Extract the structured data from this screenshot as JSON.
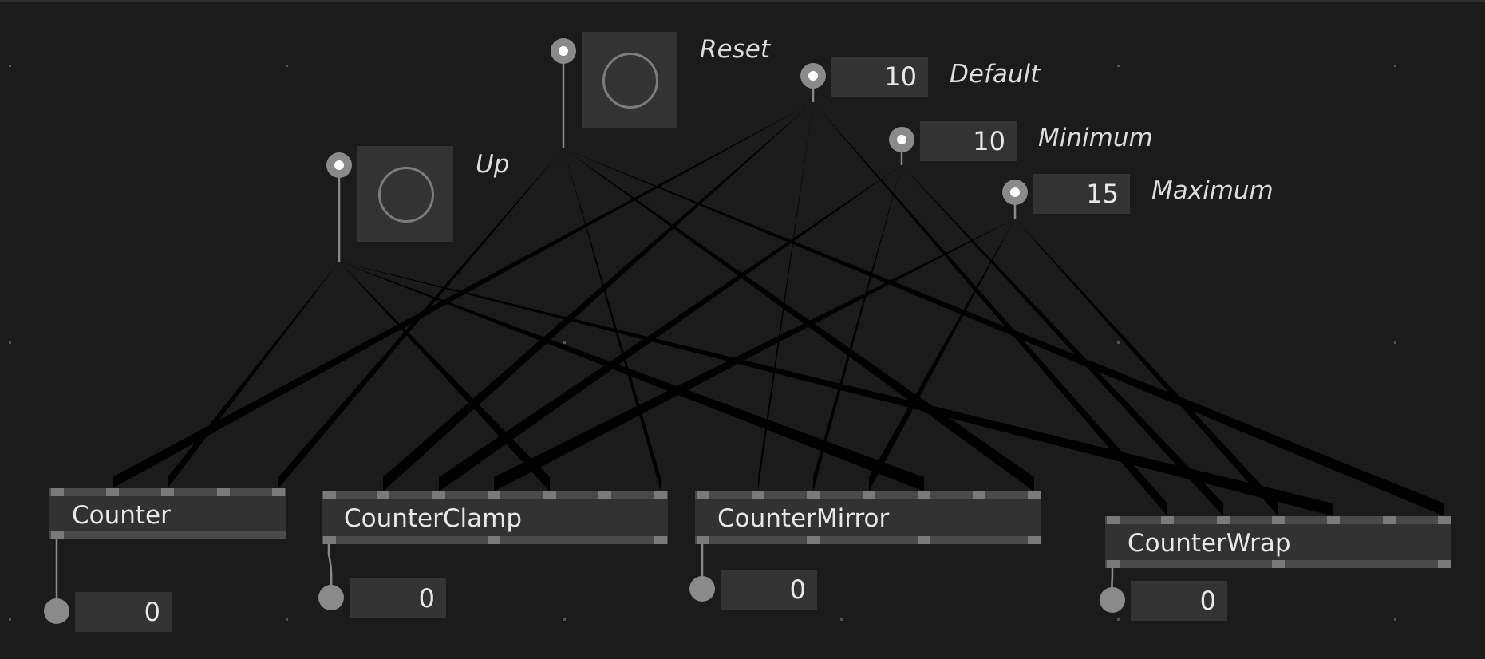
{
  "inputs": {
    "up": {
      "label": "Up"
    },
    "reset": {
      "label": "Reset"
    },
    "default": {
      "label": "Default",
      "value": "10"
    },
    "minimum": {
      "label": "Minimum",
      "value": "10"
    },
    "maximum": {
      "label": "Maximum",
      "value": "15"
    }
  },
  "nodes": [
    {
      "id": "counter",
      "title": "Counter",
      "output": "0"
    },
    {
      "id": "counter-clamp",
      "title": "CounterClamp",
      "output": "0"
    },
    {
      "id": "counter-mirror",
      "title": "CounterMirror",
      "output": "0"
    },
    {
      "id": "counter-wrap",
      "title": "CounterWrap",
      "output": "0"
    }
  ],
  "colors": {
    "background": "#1b1b1b",
    "node": "#323232",
    "wire": "#8a8a8a",
    "text": "#e8e8e8"
  }
}
